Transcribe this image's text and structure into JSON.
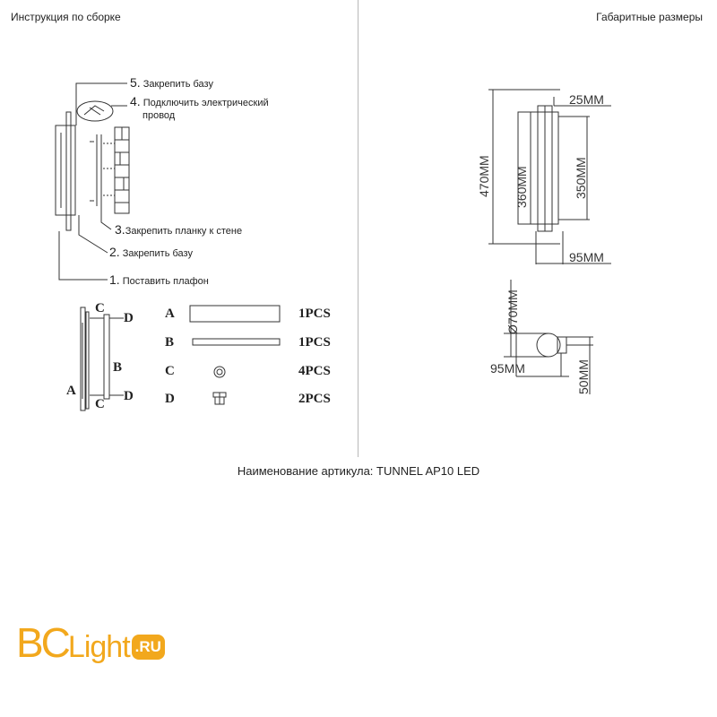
{
  "header": {
    "left_title": "Инструкция по сборке",
    "right_title": "Габаритные размеры"
  },
  "steps": [
    {
      "num": "5.",
      "text": "Закрепить базу"
    },
    {
      "num": "4.",
      "text": "Подключить электрический",
      "text2": "провод"
    },
    {
      "num": "3.",
      "text": "Закрепить планку к стене"
    },
    {
      "num": "2.",
      "text": "Закрепить базу"
    },
    {
      "num": "1.",
      "text": "Поставить плафон"
    }
  ],
  "parts": [
    {
      "letter": "A",
      "qty": "1PCS"
    },
    {
      "letter": "B",
      "qty": "1PCS"
    },
    {
      "letter": "C",
      "qty": "4PCS"
    },
    {
      "letter": "D",
      "qty": "2PCS"
    }
  ],
  "assembly_labels": {
    "a": "A",
    "b": "B",
    "c": "C",
    "d": "D"
  },
  "dimensions": {
    "d25": "25MM",
    "d470": "470MM",
    "d360": "360MM",
    "d350": "350MM",
    "d95a": "95MM",
    "d70": "Ø70MM",
    "d95b": "95MM",
    "d50": "50MM"
  },
  "article": "Наименование артикула: TUNNEL AP10 LED",
  "logo": {
    "bc": "BC",
    "light": "Light",
    "ru": ".RU"
  },
  "colors": {
    "logo": "#f2a81d",
    "line": "#333333"
  }
}
